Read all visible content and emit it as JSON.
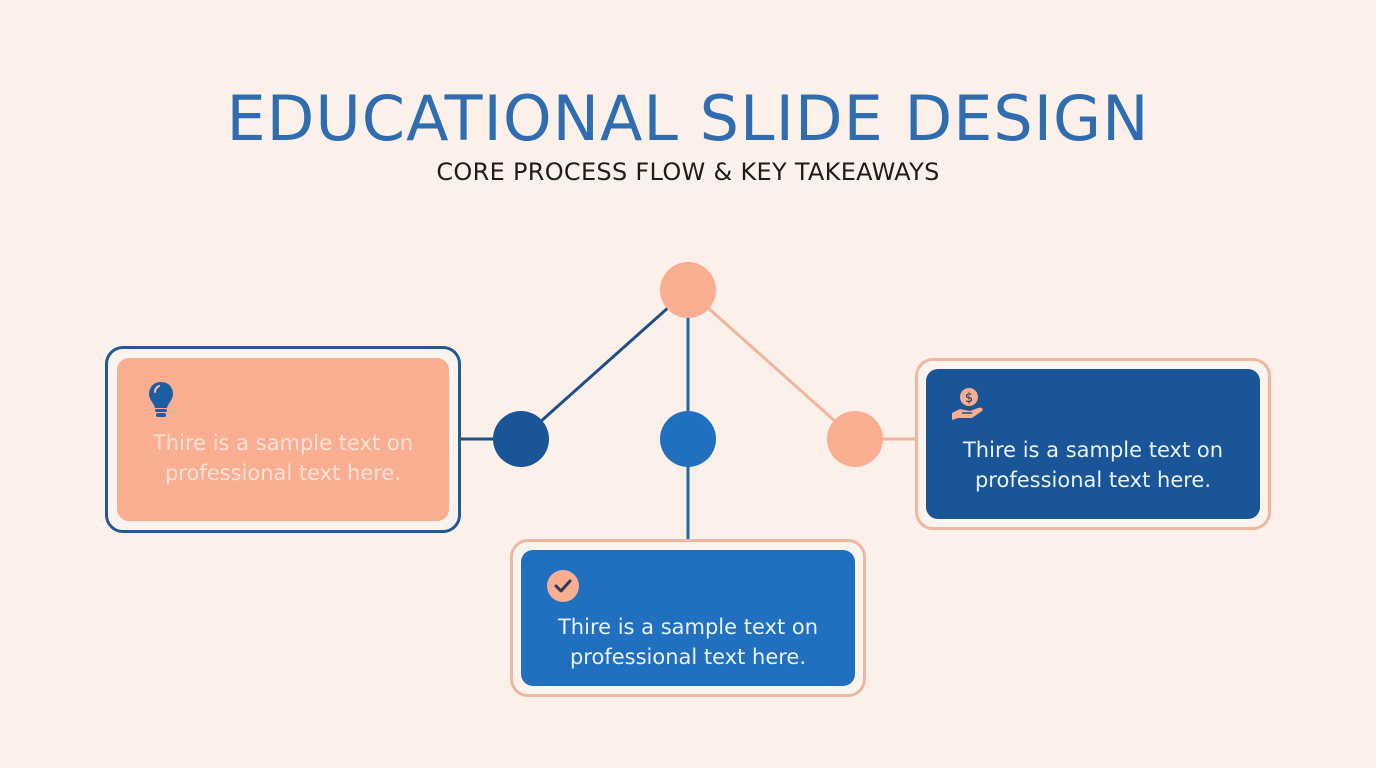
{
  "header": {
    "title": "EDUCATIONAL SLIDE DESIGN",
    "subtitle": "CORE PROCESS FLOW & KEY TAKEAWAYS"
  },
  "colors": {
    "background": "#fbf1ea",
    "title_blue": "#2f6db0",
    "peach": "#f9ad91",
    "dark_blue": "#1a5597",
    "mid_blue": "#2170c0"
  },
  "diagram": {
    "root_node": {
      "color": "#f9ad91"
    },
    "branches": [
      {
        "id": "left",
        "node_color": "#1a5597",
        "icon": "lightbulb-icon",
        "card_color": "#f9ad91",
        "text_line1": "Thire is a sample text on",
        "text_line2": "professional text here."
      },
      {
        "id": "center",
        "node_color": "#2170c0",
        "icon": "checkmark-circle-icon",
        "card_color": "#2170c0",
        "text_line1": "Thire is a sample text on",
        "text_line2": "professional text here."
      },
      {
        "id": "right",
        "node_color": "#f9ad91",
        "icon": "hand-coin-dollar-icon",
        "card_color": "#1a5597",
        "text_line1": "Thire is a sample text on",
        "text_line2": "professional text here."
      }
    ]
  }
}
